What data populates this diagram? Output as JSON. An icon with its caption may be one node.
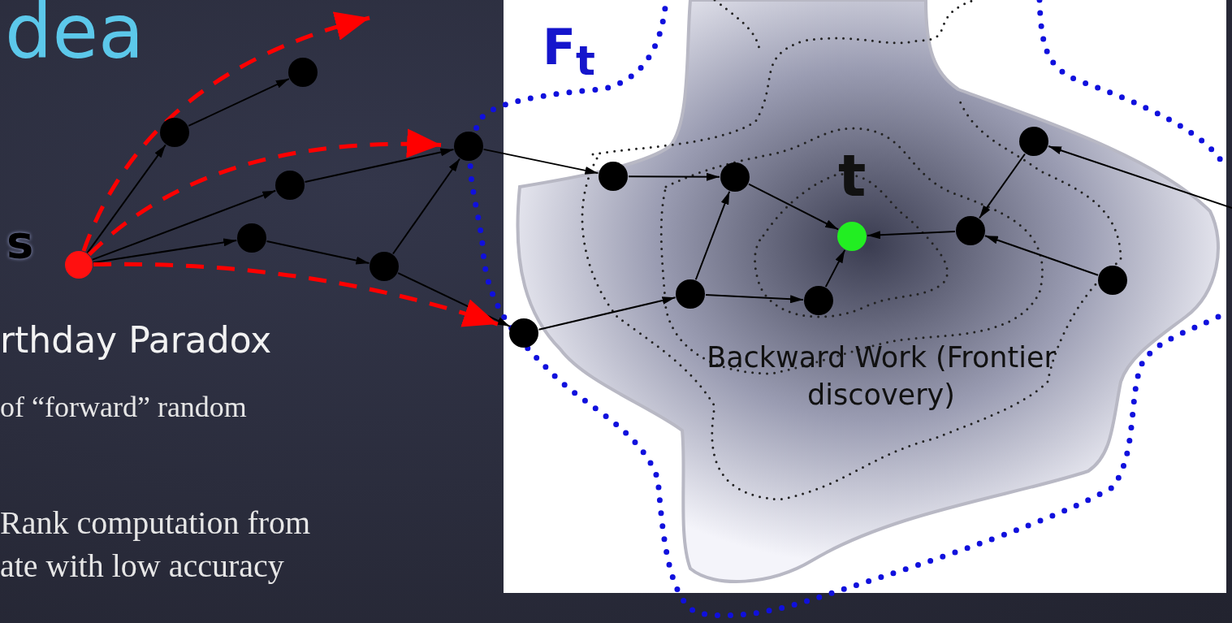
{
  "diagram": {
    "title": "dea",
    "nodes": [
      {
        "text": [],
        "shape": "circle",
        "beside": [
          "s"
        ]
      },
      {
        "text": [],
        "shape": "circle"
      },
      {
        "text": [],
        "shape": "circle"
      },
      {
        "text": [],
        "shape": "circle"
      },
      {
        "text": [],
        "shape": "circle"
      },
      {
        "text": [],
        "shape": "circle"
      },
      {
        "text": [],
        "shape": "circle"
      },
      {
        "text": [],
        "shape": "circle"
      },
      {
        "text": [],
        "shape": "circle"
      },
      {
        "text": [],
        "shape": "circle"
      },
      {
        "text": [],
        "shape": "circle"
      },
      {
        "text": [],
        "shape": "circle"
      },
      {
        "text": [],
        "shape": "circle",
        "beside": [
          "t"
        ]
      },
      {
        "text": [],
        "shape": "circle"
      },
      {
        "text": [],
        "shape": "circle"
      },
      {
        "text": [],
        "shape": "circle"
      }
    ],
    "edges": [
      {
        "from": 0,
        "to": 1,
        "arrow": "to"
      },
      {
        "from": 1,
        "to": 2,
        "arrow": "to"
      },
      {
        "from": 0,
        "to": 3,
        "arrow": "to"
      },
      {
        "from": 3,
        "to": 6,
        "arrow": "to"
      },
      {
        "from": 0,
        "to": 4,
        "arrow": "to"
      },
      {
        "from": 4,
        "to": 5,
        "arrow": "to"
      },
      {
        "from": 5,
        "to": 6,
        "arrow": "to"
      },
      {
        "from": 5,
        "to": 7,
        "arrow": "to"
      },
      {
        "from": 6,
        "to": 8,
        "arrow": "to"
      },
      {
        "from": 8,
        "to": 9,
        "arrow": "to"
      },
      {
        "from": 7,
        "to": 10,
        "arrow": "to"
      },
      {
        "from": 10,
        "to": 9,
        "arrow": "to"
      },
      {
        "from": 10,
        "to": 11,
        "arrow": "to"
      },
      {
        "from": 9,
        "to": 12,
        "arrow": "to"
      },
      {
        "from": 11,
        "to": 12,
        "arrow": "to"
      },
      {
        "from": 13,
        "to": 12,
        "arrow": "to"
      },
      {
        "from": 14,
        "to": 13,
        "arrow": "to"
      },
      {
        "from": 15,
        "to": 13,
        "arrow": "to"
      },
      {
        "from": null,
        "to": 14,
        "arrow": "to"
      },
      {
        "from": 0,
        "to": null,
        "arrow": "to",
        "style": "dashed",
        "color": "#ff0000"
      },
      {
        "from": 0,
        "to": 6,
        "arrow": "to",
        "style": "dashed",
        "color": "#ff0000"
      },
      {
        "from": 0,
        "to": 7,
        "arrow": "to",
        "style": "dashed",
        "color": "#ff0000"
      }
    ],
    "labels": [
      "F$_{t}$",
      "Backward Work (Frontier discovery)",
      "rthday Paradox",
      "of “forward” random",
      "Rank computation from",
      "ate with low accuracy"
    ]
  }
}
